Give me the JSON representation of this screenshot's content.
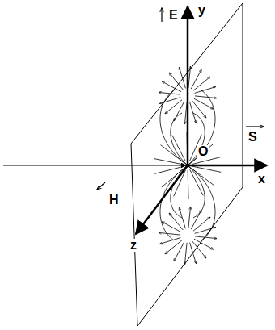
{
  "diagram": {
    "labels": [
      "E",
      "y",
      "S",
      "x",
      "H",
      "z",
      "O"
    ]
  }
}
